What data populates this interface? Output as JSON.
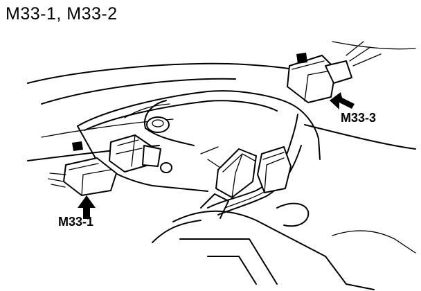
{
  "title": "M33-1, M33-2",
  "labels": {
    "m33_1": "M33-1",
    "m33_3": "M33-3"
  },
  "colors": {
    "line": "#000000",
    "background": "#ffffff"
  },
  "icons": {
    "pointer_arrow": "arrow-icon"
  }
}
